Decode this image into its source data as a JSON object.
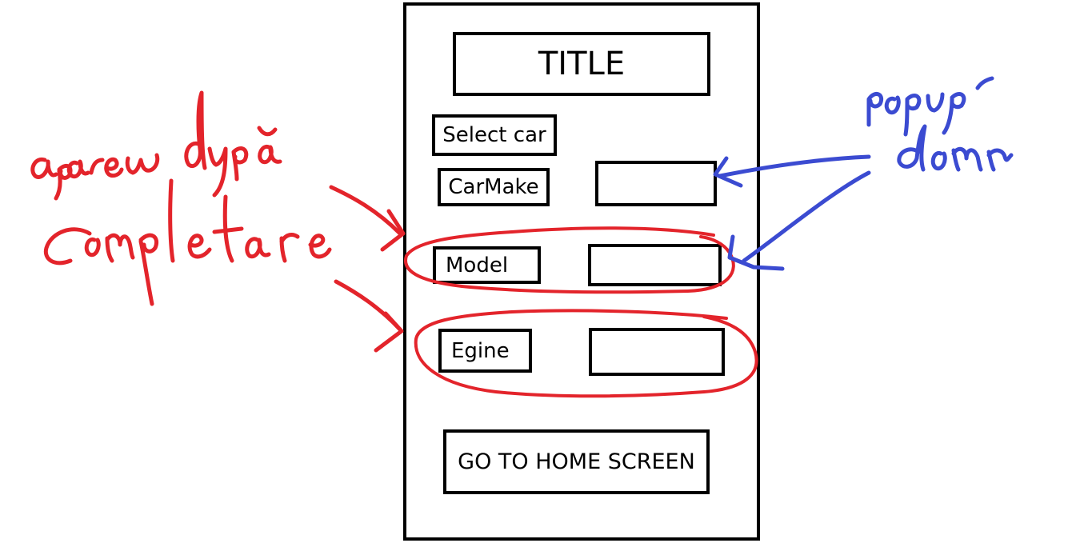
{
  "screen": {
    "title": "TITLE",
    "select_car_label": "Select car",
    "carmake_label": "CarMake",
    "model_label": "Model",
    "engine_label": "Egine",
    "home_button_label": "GO TO HOME SCREEN"
  },
  "annotations": {
    "left_note": "apare după completare",
    "right_note": "popup down"
  },
  "colors": {
    "frame": "#000000",
    "red_annotation": "#e3242b",
    "blue_annotation": "#3b4bd1"
  }
}
